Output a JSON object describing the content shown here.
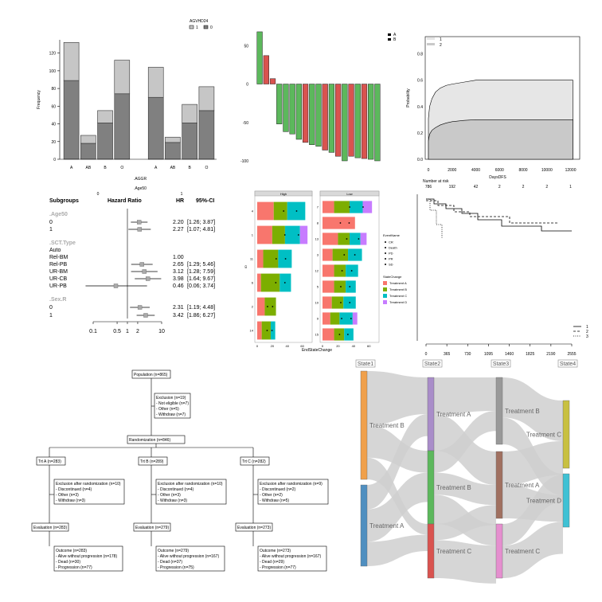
{
  "chart_data": [
    {
      "type": "bar",
      "id": "stacked-frequency",
      "title": "",
      "xlabel": ".AGGR",
      "ylabel": "Frequency",
      "legend_title": "AGVHD24",
      "legend_entries": [
        "1",
        "0"
      ],
      "facet_labels": [
        "0",
        "1"
      ],
      "facet_title": ".Age50",
      "categories": [
        "A",
        "AB",
        "B",
        "O",
        "",
        "A",
        "AB",
        "B",
        "O"
      ],
      "ylim": [
        0,
        135
      ],
      "yticks": [
        "0",
        "20",
        "40",
        "60",
        "80",
        "100",
        "120"
      ],
      "yticks_values": [
        0,
        20,
        40,
        60,
        80,
        100,
        120
      ],
      "series": [
        {
          "name": "0",
          "color": "#808080",
          "values": [
            89,
            18,
            41,
            74,
            0,
            70,
            19,
            41,
            55
          ]
        },
        {
          "name": "1",
          "color": "#c6c6c6",
          "values": [
            43,
            9,
            14,
            38,
            0,
            34,
            6,
            21,
            27
          ]
        }
      ]
    },
    {
      "type": "bar",
      "id": "waterfall",
      "title": "",
      "legend_entries": [
        "A",
        "B"
      ],
      "colors": {
        "A": "#5cb85c",
        "B": "#d9534f"
      },
      "ylim": [
        -100,
        70
      ],
      "yticks": [
        "50",
        "0",
        "-50",
        "-100"
      ],
      "yticks_values": [
        50,
        0,
        -50,
        -100
      ],
      "values": [
        68,
        37,
        7,
        -52,
        -62,
        -65,
        -72,
        -76,
        -79,
        -81,
        -86,
        -89,
        -94,
        -100,
        -94,
        -96,
        -97,
        -98,
        -100
      ],
      "groups": [
        "A",
        "B",
        "B",
        "A",
        "A",
        "A",
        "A",
        "B",
        "A",
        "A",
        "B",
        "A",
        "B",
        "A",
        "B",
        "A",
        "B",
        "A",
        "A"
      ]
    },
    {
      "type": "area",
      "id": "cumulative-incidence",
      "xlabel": "DaysDFS",
      "ylabel": "Probability",
      "legend_entries": [
        "1",
        "2"
      ],
      "xticks": [
        "0",
        "2000",
        "4000",
        "6000",
        "8000",
        "10000",
        "12000"
      ],
      "xticks_values": [
        0,
        2000,
        4000,
        6000,
        8000,
        10000,
        12000
      ],
      "yticks": [
        "0.0",
        "0.2",
        "0.4",
        "0.6",
        "0.8"
      ],
      "yticks_values": [
        0,
        0.2,
        0.4,
        0.6,
        0.8
      ],
      "xlim": [
        0,
        12500
      ],
      "ylim": [
        0,
        0.93
      ],
      "series": [
        {
          "name": "1",
          "color": "#e6e6e6",
          "x": [
            0,
            100,
            300,
            600,
            1000,
            1500,
            2000,
            3000,
            4000,
            12200
          ],
          "y": [
            0.31,
            0.4,
            0.46,
            0.51,
            0.54,
            0.56,
            0.57,
            0.585,
            0.6,
            0.6
          ]
        },
        {
          "name": "2",
          "color": "#c9c9c9",
          "x": [
            0,
            100,
            300,
            600,
            1000,
            1500,
            2000,
            3000,
            4000,
            12200
          ],
          "y": [
            0.14,
            0.19,
            0.22,
            0.24,
            0.26,
            0.275,
            0.285,
            0.295,
            0.3,
            0.3
          ]
        }
      ],
      "risk_table": {
        "title": "Number at risk",
        "values": [
          "786",
          "192",
          "42",
          "2",
          "2",
          "2",
          "1"
        ]
      }
    },
    {
      "type": "table",
      "id": "forest-plot",
      "headers": [
        "Subgroups",
        "Hazard Ratio",
        "HR",
        "95%-CI"
      ],
      "xticks": [
        "0.1",
        "0.5",
        "1",
        "2",
        "10"
      ],
      "xticks_values": [
        0.1,
        0.5,
        1,
        2,
        10
      ],
      "rows": [
        {
          "label": ".Age50",
          "kind": "group"
        },
        {
          "label": "0",
          "hr": "2.20",
          "ci": "[1.26; 3.87]",
          "hr_v": 2.2,
          "lo": 1.26,
          "hi": 3.87
        },
        {
          "label": "1",
          "hr": "2.27",
          "ci": "[1.07; 4.81]",
          "hr_v": 2.27,
          "lo": 1.07,
          "hi": 4.81
        },
        {
          "label": ".SCT.Type",
          "kind": "group"
        },
        {
          "label": "Auto",
          "hr": "",
          "ci": ""
        },
        {
          "label": "Rel-BM",
          "hr": "1.00",
          "ci": ""
        },
        {
          "label": "Rel-PB",
          "hr": "2.65",
          "ci": "[1.29; 5.46]",
          "hr_v": 2.65,
          "lo": 1.29,
          "hi": 5.46
        },
        {
          "label": "UR-BM",
          "hr": "3.12",
          "ci": "[1.28; 7.59]",
          "hr_v": 3.12,
          "lo": 1.28,
          "hi": 7.59
        },
        {
          "label": "UR-CB",
          "hr": "3.98",
          "ci": "[1.64; 9.67]",
          "hr_v": 3.98,
          "lo": 1.64,
          "hi": 9.67
        },
        {
          "label": "UR-PB",
          "hr": "0.46",
          "ci": "[0.06; 3.74]",
          "hr_v": 0.46,
          "lo": 0.06,
          "hi": 3.74
        },
        {
          "label": ".Sex.R",
          "kind": "group"
        },
        {
          "label": "0",
          "hr": "2.31",
          "ci": "[1.19; 4.48]",
          "hr_v": 2.31,
          "lo": 1.19,
          "hi": 4.48
        },
        {
          "label": "1",
          "hr": "3.42",
          "ci": "[1.86; 6.27]",
          "hr_v": 3.42,
          "lo": 1.86,
          "hi": 6.27
        }
      ]
    },
    {
      "type": "bar",
      "id": "swimmer-plot",
      "xlabel": "EndStateChange",
      "ylabel": "ID",
      "facets": [
        "High",
        "Low"
      ],
      "xticks": [
        "0",
        "20",
        "40",
        "60"
      ],
      "xticks_values": [
        0,
        20,
        40,
        60
      ],
      "xlim": [
        0,
        70
      ],
      "legend_event_title": "EventName",
      "legend_event": [
        "CR",
        "Death",
        "PD",
        "PR",
        "SD"
      ],
      "legend_state_title": "StateChange",
      "legend_state": [
        "Treatment A",
        "Treatment B",
        "Treatment C",
        "Treatment D"
      ],
      "state_colors": [
        "#f8766d",
        "#7cae00",
        "#00bfc4",
        "#c77cff"
      ],
      "high": [
        {
          "id": "4",
          "segs": [
            22,
            18,
            24
          ]
        },
        {
          "id": "1",
          "segs": [
            20,
            17,
            20,
            10
          ]
        },
        {
          "id": "11",
          "segs": [
            8,
            20,
            18
          ]
        },
        {
          "id": "6",
          "segs": [
            5,
            25,
            15
          ]
        },
        {
          "id": "2",
          "segs": [
            10,
            15
          ]
        },
        {
          "id": "14",
          "segs": [
            6,
            12,
            6
          ]
        }
      ],
      "low": [
        {
          "id": "7",
          "segs": [
            15,
            20,
            17,
            12
          ]
        },
        {
          "id": "8",
          "segs": [
            42,
            0,
            0
          ]
        },
        {
          "id": "13",
          "segs": [
            20,
            15,
            14,
            8
          ]
        },
        {
          "id": "3",
          "segs": [
            13,
            20,
            18
          ]
        },
        {
          "id": "12",
          "segs": [
            15,
            15,
            16
          ]
        },
        {
          "id": "5",
          "segs": [
            15,
            15,
            13
          ]
        },
        {
          "id": "10",
          "segs": [
            12,
            15,
            16
          ]
        },
        {
          "id": "9",
          "segs": [
            10,
            12,
            17,
            6
          ]
        },
        {
          "id": "15",
          "segs": [
            15,
            13,
            12
          ]
        }
      ]
    },
    {
      "type": "line",
      "id": "step-survival",
      "legend_entries": [
        "1",
        "2",
        "3"
      ],
      "xticks": [
        "0",
        "365",
        "730",
        "1095",
        "1460",
        "1825",
        "2190",
        "2555"
      ],
      "xticks_values": [
        0,
        365,
        730,
        1095,
        1460,
        1825,
        2190,
        2555
      ]
    },
    {
      "type": "diagram",
      "id": "consort-flow",
      "population": "Population (n=865)",
      "exclusion": [
        "Exclusion (n=19)",
        "- Not eligible (n=7)",
        "- Other (n=5)",
        "- Withdraw (n=7)"
      ],
      "randomization": "Randomization (n=846)",
      "arms": [
        {
          "name": "Trt A (n=283)",
          "excl": [
            "Exclusion after randomization (n=10)",
            "- Discontinued (n=4)",
            "- Other (n=3)",
            "- Withdraw (n=3)"
          ],
          "eval": "Evaluation (n=283)",
          "outcome": [
            "Outcome (n=283)",
            "- Alive without progression (n=178)",
            "- Dead (n=30)",
            "- Progression (n=77)"
          ]
        },
        {
          "name": "Trt B (n=289)",
          "excl": [
            "Exclusion after randomization (n=10)",
            "- Discontinued (n=4)",
            "- Other (n=3)",
            "- Withdraw (n=3)"
          ],
          "eval": "Evaluation (n=279)",
          "outcome": [
            "Outcome (n=279)",
            "- Alive without progression (n=167)",
            "- Dead (n=37)",
            "- Progression (n=75)"
          ]
        },
        {
          "name": "Trt C (n=282)",
          "excl": [
            "Exclusion after randomization (n=9)",
            "- Discontinued (n=2)",
            "- Other (n=2)",
            "- Withdraw (n=5)"
          ],
          "eval": "Evaluation (n=273)",
          "outcome": [
            "Outcome (n=273)",
            "- Alive without progression (n=167)",
            "- Dead (n=29)",
            "- Progression (n=77)"
          ]
        }
      ]
    },
    {
      "type": "diagram",
      "id": "sankey",
      "stages": [
        "State1",
        "State2",
        "State3",
        "State4"
      ],
      "nodes": [
        {
          "stage": 0,
          "label": "Treatment B",
          "color": "#f0a04b"
        },
        {
          "stage": 0,
          "label": "Treatment A",
          "color": "#4f8fc0"
        },
        {
          "stage": 1,
          "label": "Treatment A",
          "color": "#a98dc9"
        },
        {
          "stage": 1,
          "label": "Treatment B",
          "color": "#5cb85c"
        },
        {
          "stage": 1,
          "label": "Treatment C",
          "color": "#d9534f"
        },
        {
          "stage": 2,
          "label": "Treatment B",
          "color": "#999999"
        },
        {
          "stage": 2,
          "label": "Treatment A",
          "color": "#a07060"
        },
        {
          "stage": 2,
          "label": "Treatment C",
          "color": "#e58fcf"
        },
        {
          "stage": 3,
          "label": "Treatment C",
          "color": "#c8c040"
        },
        {
          "stage": 3,
          "label": "Treatment D",
          "color": "#3fc1d4"
        }
      ]
    }
  ]
}
